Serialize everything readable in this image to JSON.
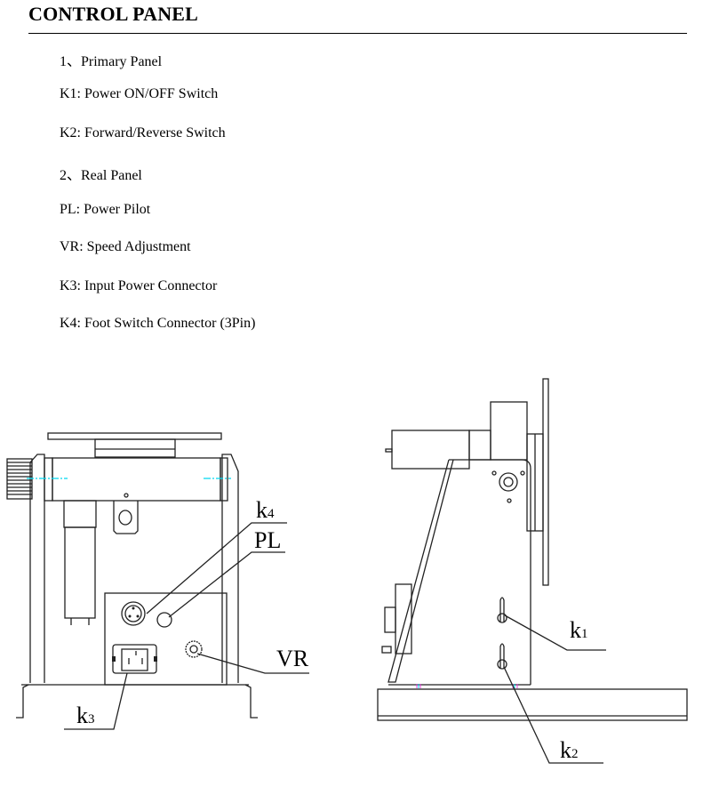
{
  "title": "CONTROL PANEL",
  "items": [
    "1、Primary Panel",
    "K1: Power ON/OFF Switch",
    "K2: Forward/Reverse Switch",
    "2、Real Panel",
    "PL: Power Pilot",
    "VR: Speed Adjustment",
    "K3: Input Power Connector",
    "K4: Foot Switch Connector (3Pin)"
  ],
  "rear_view_labels": {
    "k4": "k",
    "k4_sub": "4",
    "pl": "PL",
    "vr": "VR",
    "k3": "k",
    "k3_sub": "3"
  },
  "side_view_labels": {
    "k1": "k",
    "k1_sub": "1",
    "k2": "k",
    "k2_sub": "2"
  },
  "colors": {
    "centerline": "#00d8f0",
    "marker": "#e040e0"
  }
}
